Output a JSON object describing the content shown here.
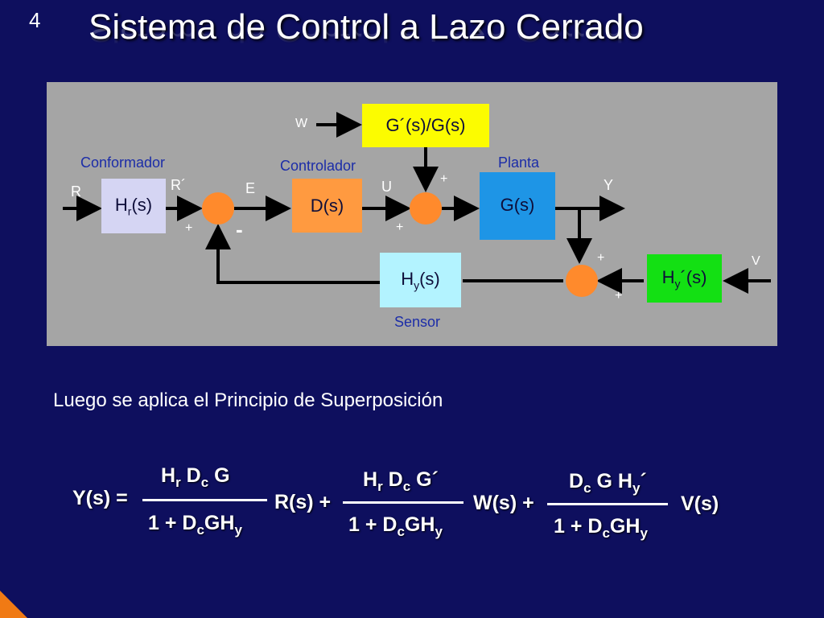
{
  "slide": {
    "number": "4",
    "title": "Sistema de Control a Lazo Cerrado"
  },
  "diagram": {
    "blocks": {
      "hr_main": "H",
      "hr_sub": "r",
      "hr_rest": "(s)",
      "d": "D(s)",
      "g": "G(s)",
      "gw": "G´(s)/G(s)",
      "hy_main": "H",
      "hy_sub": "y",
      "hy_rest": "(s)",
      "hyv_main": "H",
      "hyv_sub": "y",
      "hyv_rest": "´(s)"
    },
    "captions": {
      "conformador": "Conformador",
      "controlador": "Controlador",
      "planta": "Planta",
      "sensor": "Sensor"
    },
    "signals": {
      "r": "R",
      "r_prime": "R´",
      "e": "E",
      "u": "U",
      "y": "Y",
      "w": "W",
      "v": "V"
    },
    "signs": {
      "s1_plus": "+",
      "s1_minus": "-",
      "s2_top": "+",
      "s2_bottom": "+",
      "s3_top": "+",
      "s3_bottom": "+"
    },
    "colors": {
      "panel": "#a5a5a5",
      "hr_block": "#d5d5f3",
      "d_block": "#ff9a40",
      "g_block": "#1e95e6",
      "gw_block": "#fcfc00",
      "hy_block": "#b3f3ff",
      "hyv_block": "#13e013",
      "summer": "#ff8a2c",
      "caption_text": "#1c2da8"
    }
  },
  "subtitle": "Luego se aplica el Principio de Superposición",
  "equation": {
    "lhs": "Y(s) =",
    "t1": {
      "num": {
        "a": "H",
        "a_sub": "r",
        "b": "D",
        "b_sub": "c",
        "c": "G"
      },
      "den": {
        "one": "1 + D",
        "d_sub": "c",
        "g": "G",
        "h": "H",
        "h_sub": "y"
      },
      "var": "R(s) +"
    },
    "t2": {
      "num": {
        "a": "H",
        "a_sub": "r",
        "b": "D",
        "b_sub": "c",
        "c": "G´"
      },
      "den": {
        "one": "1 + D",
        "d_sub": "c",
        "g": "G",
        "h": "H",
        "h_sub": "y"
      },
      "var": "W(s) +"
    },
    "t3": {
      "num": {
        "a": "D",
        "a_sub": "c",
        "b": "G H",
        "b_sub": "y",
        "c": "´"
      },
      "den": {
        "one": "1 + D",
        "d_sub": "c",
        "g": "G",
        "h": "H",
        "h_sub": "y"
      },
      "var": "V(s)"
    }
  }
}
